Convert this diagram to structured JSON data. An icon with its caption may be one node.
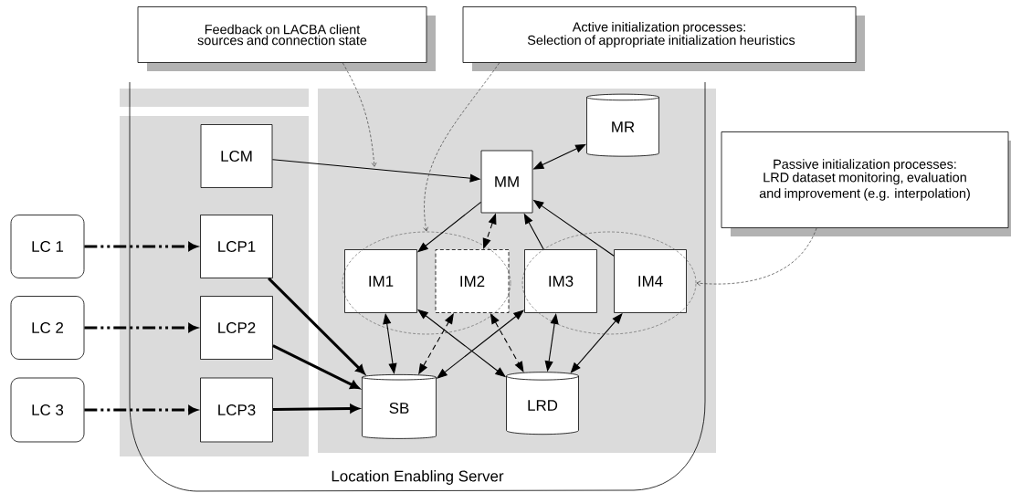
{
  "diagram": {
    "nodes": [
      {
        "text": [
          "Feedback on LACBA client sources and connection state"
        ]
      },
      {
        "text": [
          "Active initialization processes:",
          "Selection of appropriate initialization heuristics"
        ]
      },
      {
        "text": [
          "Passive initialization processes:",
          "LRD dataset monitoring, evaluation and improvement (e.g. interpolation)"
        ]
      },
      {
        "text": [
          "Location Enabling Server"
        ]
      },
      {
        "text": [
          "LCM"
        ],
        "in": 3
      },
      {
        "text": [
          "MM"
        ],
        "in": 3
      },
      {
        "text": [
          "MR"
        ],
        "in": 3
      },
      {
        "text": [],
        "shape": "ellipse",
        "in": 3
      },
      {
        "text": [],
        "shape": "ellipse",
        "in": 3
      },
      {
        "text": [
          "IM1"
        ],
        "in": 7
      },
      {
        "text": [
          "IM2"
        ],
        "in": 7
      },
      {
        "text": [
          "IM3"
        ],
        "in": 8
      },
      {
        "text": [
          "IM4"
        ],
        "in": 8
      },
      {
        "text": [
          "SB"
        ],
        "in": 3
      },
      {
        "text": [
          "LRD"
        ],
        "in": 3
      },
      {
        "text": [
          "LC 1"
        ]
      },
      {
        "text": [
          "LC 2"
        ]
      },
      {
        "text": [
          "LC 3"
        ]
      },
      {
        "text": [
          "LCP1"
        ],
        "in": 3
      },
      {
        "text": [
          "LCP2"
        ],
        "in": 3
      },
      {
        "text": [
          "LCP3"
        ],
        "in": 3
      }
    ],
    "edges": [
      {
        "from": 15,
        "to": 18,
        "arrow": "to",
        "style": "dashed"
      },
      {
        "from": 16,
        "to": 19,
        "arrow": "to",
        "style": "dashed"
      },
      {
        "from": 17,
        "to": 20,
        "arrow": "to",
        "style": "dashed"
      },
      {
        "from": 18,
        "to": 13,
        "arrow": "to",
        "style": "thick"
      },
      {
        "from": 19,
        "to": 13,
        "arrow": "to",
        "style": "thick"
      },
      {
        "from": 20,
        "to": 13,
        "arrow": "to",
        "style": "thick"
      },
      {
        "from": 4,
        "to": 5,
        "arrow": "to"
      },
      {
        "from": 5,
        "to": 6,
        "arrow": "both"
      },
      {
        "from": 5,
        "to": 9,
        "arrow": "to"
      },
      {
        "from": 5,
        "to": 10,
        "arrow": "both",
        "style": "dashed"
      },
      {
        "from": 11,
        "to": 5,
        "arrow": "to"
      },
      {
        "from": 12,
        "to": 5,
        "arrow": "to"
      },
      {
        "from": 13,
        "to": 9,
        "arrow": "both"
      },
      {
        "from": 13,
        "to": 10,
        "arrow": "both",
        "style": "dashed"
      },
      {
        "from": 13,
        "to": 11,
        "arrow": "both"
      },
      {
        "from": 9,
        "to": 14,
        "arrow": "both"
      },
      {
        "from": 10,
        "to": 14,
        "arrow": "both",
        "style": "dashed"
      },
      {
        "from": 11,
        "to": 14,
        "arrow": "both"
      },
      {
        "from": 12,
        "to": 14,
        "arrow": "both"
      },
      {
        "from": 0,
        "to": null,
        "arrow": "to",
        "style": "dashed",
        "color": "#404040"
      },
      {
        "from": 1,
        "to": 7,
        "arrow": "to",
        "style": "dashed",
        "color": "#404040"
      },
      {
        "from": 2,
        "to": 8,
        "arrow": "to",
        "style": "dashed",
        "color": "#404040"
      }
    ]
  }
}
